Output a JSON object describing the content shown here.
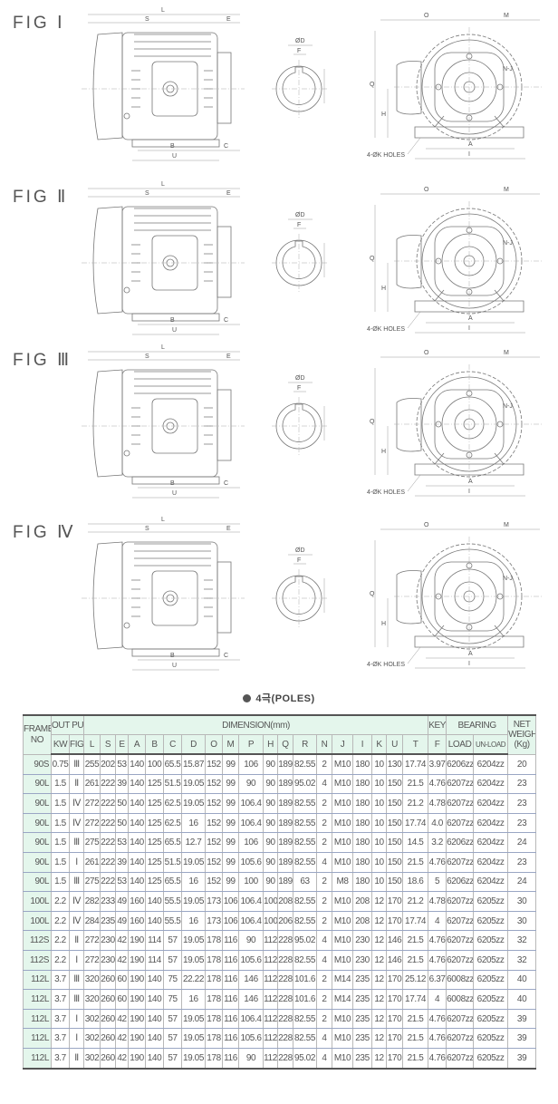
{
  "figures": [
    {
      "label": "FIG Ⅰ"
    },
    {
      "label": "FIG Ⅱ"
    },
    {
      "label": "FIG Ⅲ"
    },
    {
      "label": "FIG Ⅳ"
    }
  ],
  "dim_labels": {
    "L": "L",
    "S": "S",
    "E": "E",
    "B": "B",
    "C": "C",
    "U": "U",
    "D": "ØD",
    "F": "F",
    "O": "O",
    "M": "M",
    "Q": "Q",
    "H": "H",
    "NJ": "N-J",
    "A": "A",
    "I": "I",
    "holes": "4-ØK HOLES"
  },
  "section_title": "4극(POLES)",
  "table": {
    "headers": {
      "frame": "FRAME NO",
      "output": "OUT PUT",
      "dimension": "DIMENSION(mm)",
      "key": "KEY",
      "bearing": "BEARING",
      "net_weight": "NET WEIGHT (Kg)",
      "sub": [
        "KW",
        "FIG",
        "L",
        "S",
        "E",
        "A",
        "B",
        "C",
        "D",
        "O",
        "M",
        "P",
        "H",
        "Q",
        "R",
        "N",
        "J",
        "I",
        "K",
        "U",
        "T",
        "F",
        "LOAD",
        "UN-LOAD"
      ]
    },
    "rows": [
      [
        "90S",
        "0.75",
        "Ⅲ",
        "255",
        "202",
        "53",
        "140",
        "100",
        "65.5",
        "15.87",
        "152",
        "99",
        "106",
        "90",
        "189",
        "82.55",
        "2",
        "M10",
        "180",
        "10",
        "130",
        "17.74",
        "3.97",
        "6206zz",
        "6204zz",
        "20"
      ],
      [
        "90L",
        "1.5",
        "Ⅱ",
        "261",
        "222",
        "39",
        "140",
        "125",
        "51.5",
        "19.05",
        "152",
        "99",
        "90",
        "90",
        "189",
        "95.02",
        "4",
        "M10",
        "180",
        "10",
        "150",
        "21.5",
        "4.76",
        "6207zz",
        "6204zz",
        "23"
      ],
      [
        "90L",
        "1.5",
        "Ⅳ",
        "272",
        "222",
        "50",
        "140",
        "125",
        "62.5",
        "19.05",
        "152",
        "99",
        "106.4",
        "90",
        "189",
        "82.55",
        "2",
        "M10",
        "180",
        "10",
        "150",
        "21.2",
        "4.78",
        "6207zz",
        "6204zz",
        "23"
      ],
      [
        "90L",
        "1.5",
        "Ⅳ",
        "272",
        "222",
        "50",
        "140",
        "125",
        "62.5",
        "16",
        "152",
        "99",
        "106.4",
        "90",
        "189",
        "82.55",
        "2",
        "M10",
        "180",
        "10",
        "150",
        "17.74",
        "4.0",
        "6207zz",
        "6204zz",
        "23"
      ],
      [
        "90L",
        "1.5",
        "Ⅲ",
        "275",
        "222",
        "53",
        "140",
        "125",
        "65.5",
        "12.7",
        "152",
        "99",
        "106",
        "90",
        "189",
        "82.55",
        "2",
        "M10",
        "180",
        "10",
        "150",
        "14.5",
        "3.2",
        "6206zz",
        "6204zz",
        "24"
      ],
      [
        "90L",
        "1.5",
        "Ⅰ",
        "261",
        "222",
        "39",
        "140",
        "125",
        "51.5",
        "19.05",
        "152",
        "99",
        "105.6",
        "90",
        "189",
        "82.55",
        "4",
        "M10",
        "180",
        "10",
        "150",
        "21.5",
        "4.76",
        "6207zz",
        "6204zz",
        "23"
      ],
      [
        "90L",
        "1.5",
        "Ⅲ",
        "275",
        "222",
        "53",
        "140",
        "125",
        "65.5",
        "16",
        "152",
        "99",
        "100",
        "90",
        "189",
        "63",
        "2",
        "M8",
        "180",
        "10",
        "150",
        "18.6",
        "5",
        "6206zz",
        "6204zz",
        "24"
      ],
      [
        "100L",
        "2.2",
        "Ⅳ",
        "282",
        "233",
        "49",
        "160",
        "140",
        "55.5",
        "19.05",
        "173",
        "106",
        "106.4",
        "100",
        "208",
        "82.55",
        "2",
        "M10",
        "208",
        "12",
        "170",
        "21.2",
        "4.78",
        "6207zz",
        "6205zz",
        "30"
      ],
      [
        "100L",
        "2.2",
        "Ⅳ",
        "284",
        "235",
        "49",
        "160",
        "140",
        "55.5",
        "16",
        "173",
        "106",
        "106.4",
        "100",
        "206",
        "82.55",
        "2",
        "M10",
        "208",
        "12",
        "170",
        "17.74",
        "4",
        "6207zz",
        "6205zz",
        "30"
      ],
      [
        "112S",
        "2.2",
        "Ⅱ",
        "272",
        "230",
        "42",
        "190",
        "114",
        "57",
        "19.05",
        "178",
        "116",
        "90",
        "112",
        "228",
        "95.02",
        "4",
        "M10",
        "230",
        "12",
        "146",
        "21.5",
        "4.76",
        "6207zz",
        "6205zz",
        "32"
      ],
      [
        "112S",
        "2.2",
        "Ⅰ",
        "272",
        "230",
        "42",
        "190",
        "114",
        "57",
        "19.05",
        "178",
        "116",
        "105.6",
        "112",
        "228",
        "82.55",
        "4",
        "M10",
        "230",
        "12",
        "146",
        "21.5",
        "4.76",
        "6207zz",
        "6205zz",
        "32"
      ],
      [
        "112L",
        "3.7",
        "Ⅲ",
        "320",
        "260",
        "60",
        "190",
        "140",
        "75",
        "22.22",
        "178",
        "116",
        "146",
        "112",
        "228",
        "101.6",
        "2",
        "M14",
        "235",
        "12",
        "170",
        "25.12",
        "6.37",
        "6008zz",
        "6205zz",
        "40"
      ],
      [
        "112L",
        "3.7",
        "Ⅲ",
        "320",
        "260",
        "60",
        "190",
        "140",
        "75",
        "16",
        "178",
        "116",
        "146",
        "112",
        "228",
        "101.6",
        "2",
        "M14",
        "235",
        "12",
        "170",
        "17.74",
        "4",
        "6008zz",
        "6205zz",
        "40"
      ],
      [
        "112L",
        "3.7",
        "Ⅰ",
        "302",
        "260",
        "42",
        "190",
        "140",
        "57",
        "19.05",
        "178",
        "116",
        "106.4",
        "112",
        "228",
        "82.55",
        "2",
        "M10",
        "235",
        "12",
        "170",
        "21.5",
        "4.76",
        "6207zz",
        "6205zz",
        "39"
      ],
      [
        "112L",
        "3.7",
        "Ⅰ",
        "302",
        "260",
        "42",
        "190",
        "140",
        "57",
        "19.05",
        "178",
        "116",
        "105.6",
        "112",
        "228",
        "82.55",
        "4",
        "M10",
        "235",
        "12",
        "170",
        "21.5",
        "4.76",
        "6207zz",
        "6205zz",
        "39"
      ],
      [
        "112L",
        "3.7",
        "Ⅱ",
        "302",
        "260",
        "42",
        "190",
        "140",
        "57",
        "19.05",
        "178",
        "116",
        "90",
        "112",
        "228",
        "95.02",
        "4",
        "M10",
        "235",
        "12",
        "170",
        "21.5",
        "4.76",
        "6207zz",
        "6205zz",
        "39"
      ]
    ]
  }
}
